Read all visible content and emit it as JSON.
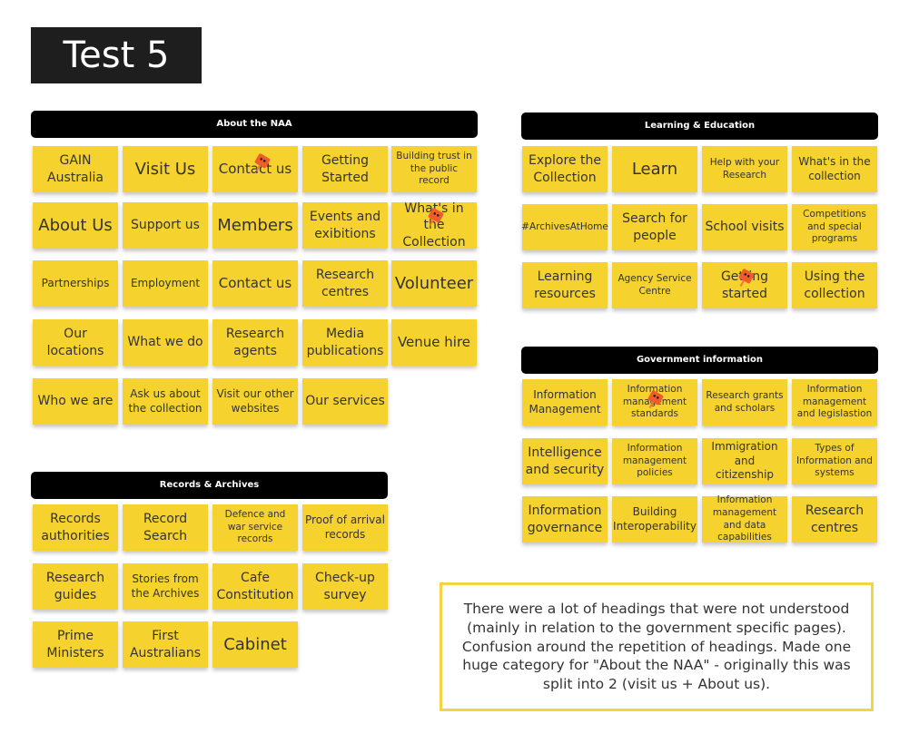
{
  "title": "Test 5",
  "groups": {
    "about": {
      "header": "About the NAA",
      "notes": [
        "GAIN Australia",
        "Visit Us",
        "Contact us",
        "Getting Started",
        "Building trust in the public record",
        "About Us",
        "Support us",
        "Members",
        "Events and exibitions",
        "What's in the Collection",
        "Partnerships",
        "Employment",
        "Contact us",
        "Research centres",
        "Volunteer",
        "Our locations",
        "What we do",
        "Research agents",
        "Media publications",
        "Venue hire",
        "Who we are",
        "Ask us about the collection",
        "Visit our other websites",
        "Our services"
      ]
    },
    "records": {
      "header": "Records & Archives",
      "notes": [
        "Records authorities",
        "Record Search",
        "Defence and war service records",
        "Proof of arrival records",
        "Research guides",
        "Stories from the Archives",
        "Cafe Constitution",
        "Check-up survey",
        "Prime Ministers",
        "First Australians",
        "Cabinet"
      ]
    },
    "learning": {
      "header": "Learning & Education",
      "notes": [
        "Explore the Collection",
        "Learn",
        "Help with your Research",
        "What's in the collection",
        "#ArchivesAtHome",
        "Search for people",
        "School visits",
        "Competitions and special programs",
        "Learning resources",
        "Agency Service Centre",
        "Getting started",
        "Using the collection"
      ]
    },
    "government": {
      "header": "Government information",
      "notes": [
        "Information Management",
        "Information management standards",
        "Research grants and scholars",
        "Information management and legislastion",
        "Intelligence and security",
        "Information management policies",
        "Immigration and citizenship",
        "Types of Information and systems",
        "Information governance",
        "Building Interoperability",
        "Information management and data capabilities",
        "Research centres"
      ]
    }
  },
  "comment": "There were a lot of headings that were not understood (mainly in relation to the government specific pages). Confusion around the repetition of headings. Made one huge category for \"About the NAA\" - originally this was split into 2 (visit us + About us).",
  "colors": {
    "sticky": "#f6d22f",
    "header": "#000000",
    "comment_border": "#f2d447"
  },
  "icons": [
    "pin-icon"
  ]
}
